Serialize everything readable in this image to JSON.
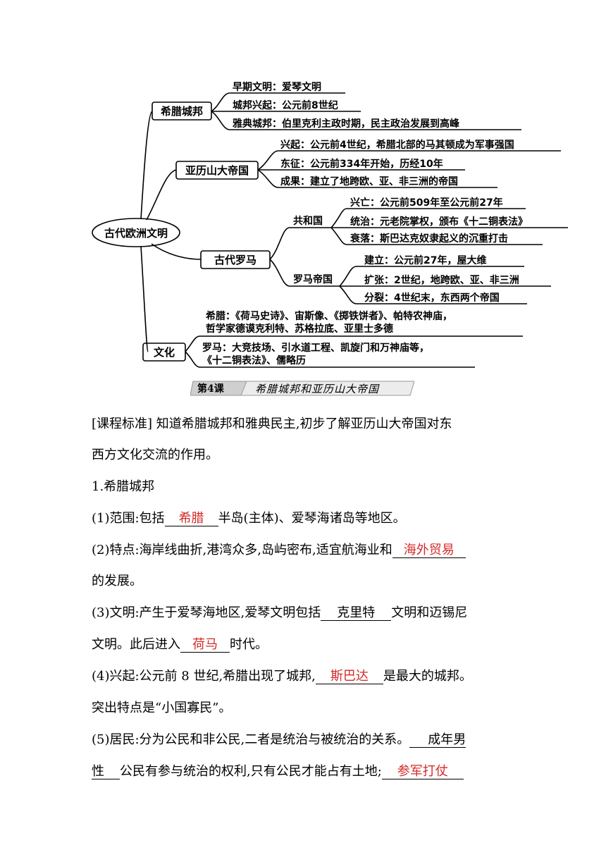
{
  "mindmap": {
    "center": "古代欧洲文明",
    "greece": {
      "label": "希腊城邦",
      "items": [
        "早期文明：爱琴文明",
        "城邦兴起：公元前8世纪",
        "雅典城邦：伯里克利主政时期，民主政治发展到高峰"
      ]
    },
    "alexander": {
      "label": "亚历山大帝国",
      "items": [
        "兴起：公元前4世纪，希腊北部的马其顿成为军事强国",
        "东征：公元前334年开始，历经10年",
        "成果：建立了地跨欧、亚、非三洲的帝国"
      ]
    },
    "rome": {
      "label": "古代罗马",
      "republic": {
        "label": "共和国",
        "items": [
          "兴亡：公元前509年至公元前27年",
          "统治：元老院掌权，颁布《十二铜表法》",
          "衰落：斯巴达克奴隶起义的沉重打击"
        ]
      },
      "empire": {
        "label": "罗马帝国",
        "items": [
          "建立：公元前27年，屋大维",
          "扩张：2世纪，地跨欧、亚、非三洲",
          "分裂：4世纪末，东西两个帝国"
        ]
      }
    },
    "culture": {
      "label": "文化",
      "greece_line1": "希腊：《荷马史诗》、宙斯像、《掷铁饼者》、帕特农神庙，",
      "greece_line2": "哲学家德谟克利特、苏格拉底、亚里士多德",
      "rome_line1": "罗马：大竞技场、引水道工程、凯旋门和万神庙等，",
      "rome_line2": "《十二铜表法》、儒略历"
    }
  },
  "lesson": {
    "number": "第4课",
    "title": "希腊城邦和亚历山大帝国"
  },
  "text": {
    "p0_a": "[课程标准] 知道希腊城邦和雅典民主,初步了解亚历山大帝国对东",
    "p0_b": "西方文化交流的作用。",
    "p1": "1.希腊城邦",
    "p2_pre": "(1)范围:包括",
    "p2_blank": "希腊",
    "p2_post": "半岛(主体)、爱琴海诸岛等地区。",
    "p3_pre": "(2)特点:海岸线曲折,港湾众多,岛屿密布,适宜航海业和",
    "p3_blank": "海外贸易",
    "p3_b": "的发展。",
    "p4_pre": "(3)文明:产生于爱琴海地区,爱琴文明包括",
    "p4_blank": "克里特",
    "p4_post": "文明和迈锡尼",
    "p4_b_pre": "文明。此后进入",
    "p4_b_blank": "荷马",
    "p4_b_post": "时代。",
    "p5_pre": "(4)兴起:公元前 8 世纪,希腊出现了城邦,",
    "p5_blank": "斯巴达",
    "p5_post": "是最大的城邦。",
    "p5_b": "突出特点是“小国寡民”。",
    "p6_pre": "(5)居民:分为公民和非公民,二者是统治与被统治的关系。",
    "p6_blank_a": "成年男",
    "p6_blank_b": "性",
    "p6_b_mid": "公民有参与统治的权利,只有公民才能占有土地;",
    "p6_b_blank": "参军打仗"
  }
}
